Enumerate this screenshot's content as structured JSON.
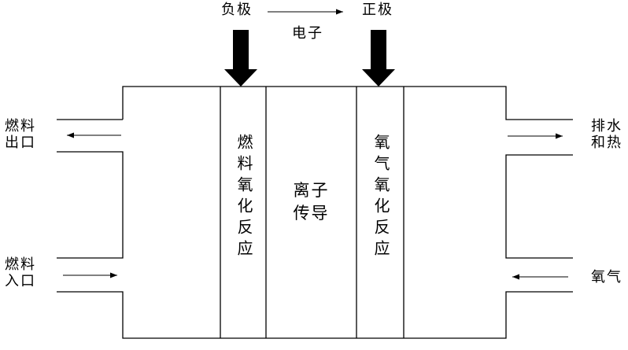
{
  "labels": {
    "negative_electrode": "负极",
    "positive_electrode": "正极",
    "electron": "电子",
    "fuel_outlet": "燃料\n出口",
    "fuel_inlet": "燃料\n入口",
    "water_heat": "排水\n和热",
    "oxygen": "氧气",
    "anode_reaction": "燃料氧化反应",
    "electrolyte": "离子\n传导",
    "cathode_reaction": "氧气氧化反应"
  },
  "colors": {
    "background": "#ffffff",
    "line": "#000000",
    "thick_arrow_fill": "#000000",
    "text": "#000000"
  }
}
